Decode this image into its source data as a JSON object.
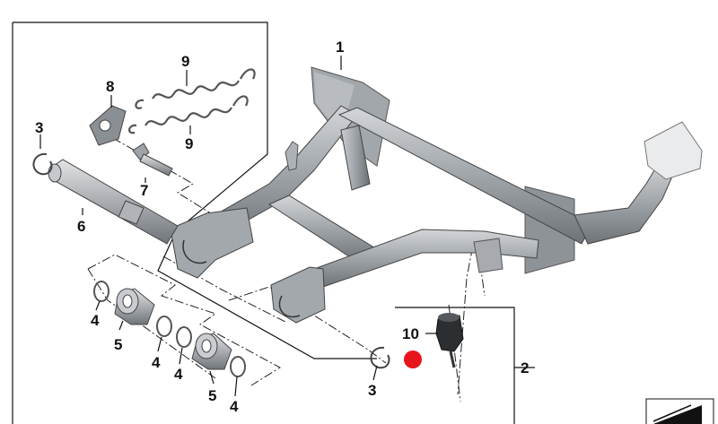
{
  "diagram": {
    "callouts": {
      "c1": "1",
      "c2": "2",
      "c3a": "3",
      "c3b": "3",
      "c4a": "4",
      "c4b": "4",
      "c4c": "4",
      "c4d": "4",
      "c5a": "5",
      "c5b": "5",
      "c6": "6",
      "c7": "7",
      "c8": "8",
      "c9a": "9",
      "c9b": "9",
      "c10": "10"
    },
    "colors": {
      "metal": "#9ea3a8",
      "metal_dark": "#6f7479",
      "metal_light": "#c9cdd1",
      "line": "#111111",
      "marker": "#e8141c"
    }
  }
}
